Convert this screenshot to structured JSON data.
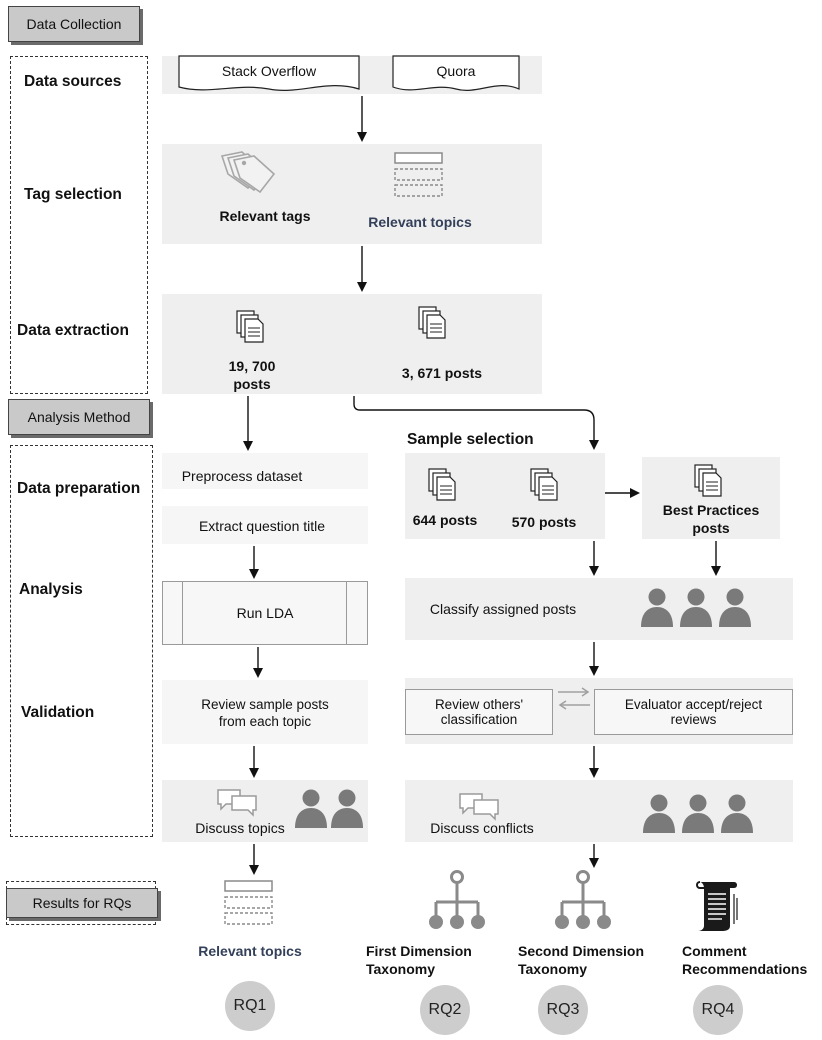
{
  "phases": {
    "data_collection": "Data Collection",
    "analysis_method": "Analysis Method",
    "results": "Results for RQs"
  },
  "stages": {
    "data_sources": "Data sources",
    "tag_selection": "Tag selection",
    "data_extraction": "Data extraction",
    "data_preparation": "Data preparation",
    "analysis": "Analysis",
    "validation": "Validation"
  },
  "sources": {
    "stack_overflow": "Stack Overflow",
    "quora": "Quora"
  },
  "tags": {
    "relevant_tags": "Relevant tags",
    "relevant_topics": "Relevant topics"
  },
  "extraction": {
    "so_posts_line1": "19, 700",
    "so_posts_line2": "posts",
    "quora_posts": "3, 671 posts"
  },
  "left_flow": {
    "preprocess": "Preprocess dataset",
    "extract_title": "Extract question title",
    "run_lda": "Run LDA",
    "review_line1": "Review sample posts",
    "review_line2": "from each topic",
    "discuss": "Discuss topics"
  },
  "right_flow": {
    "sample_selection": "Sample selection",
    "posts_644": "644 posts",
    "posts_570": "570 posts",
    "best_line1": "Best Practices",
    "best_line2": "posts",
    "classify": "Classify assigned posts",
    "review_others_line1": "Review others'",
    "review_others_line2": "classification",
    "evaluator_line1": "Evaluator accept/reject",
    "evaluator_line2": "reviews",
    "discuss": "Discuss conflicts"
  },
  "results": {
    "rq1_label": "Relevant topics",
    "rq2_line1": "First Dimension",
    "rq2_line2": "Taxonomy",
    "rq3_line1": "Second Dimension",
    "rq3_line2": "Taxonomy",
    "rq4_line1": "Comment",
    "rq4_line2": "Recommendations",
    "rq1": "RQ1",
    "rq2": "RQ2",
    "rq3": "RQ3",
    "rq4": "RQ4"
  },
  "icons": {
    "tags": "tag-icon",
    "topics": "topic-list-icon",
    "documents": "document-stack-icon",
    "people": "people-group-icon",
    "chat": "chat-bubbles-icon",
    "taxonomy": "hierarchy-icon",
    "scroll": "scroll-document-icon"
  },
  "colors": {
    "panel": "#efefef",
    "phase": "#c9c9c9",
    "icon_gray": "#7a7a7a",
    "navy": "#34405a"
  }
}
